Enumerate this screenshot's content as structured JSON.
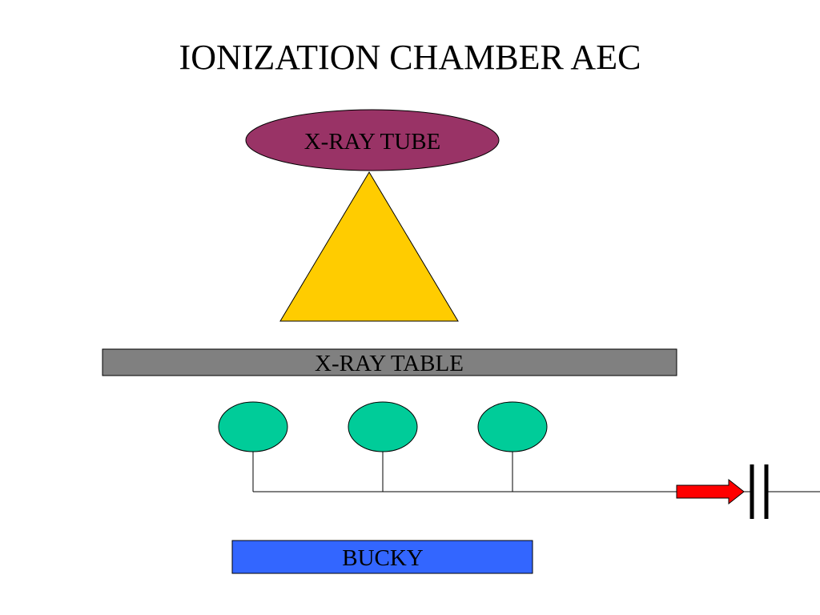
{
  "title": "IONIZATION CHAMBER AEC",
  "tube": {
    "label": "X-RAY TUBE",
    "color": "#993366"
  },
  "beam": {
    "color": "#ffcc00"
  },
  "table": {
    "label": "X-RAY TABLE",
    "color": "#808080"
  },
  "chambers": {
    "count": 3,
    "color": "#00cc99"
  },
  "arrow": {
    "color": "#ff0000"
  },
  "bucky": {
    "label": "BUCKY",
    "color": "#3366ff"
  }
}
